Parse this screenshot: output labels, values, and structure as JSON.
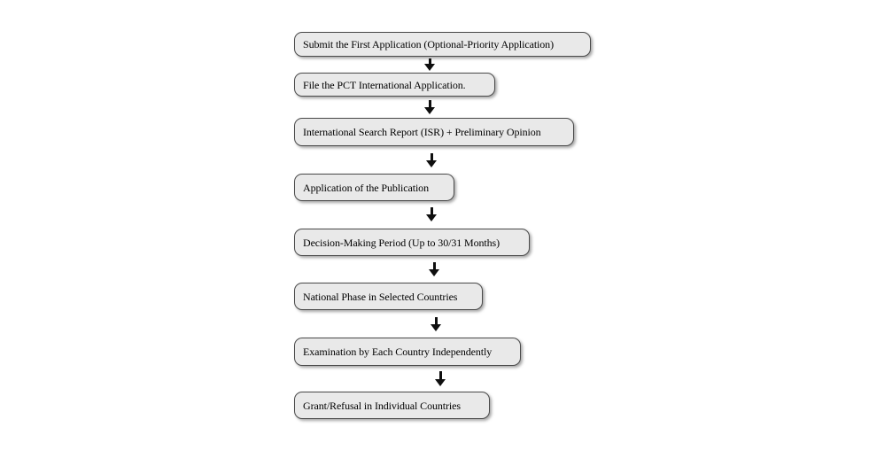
{
  "colors": {
    "background": "#ffffff",
    "box_fill": "#e9e9e9",
    "box_border": "#4a4a4a",
    "text": "#000000",
    "arrow": "#0f0f0f"
  },
  "diagram": {
    "type": "flowchart",
    "direction": "top-down",
    "steps": [
      {
        "label": "Submit the First Application (Optional-Priority Application)"
      },
      {
        "label": "File the PCT International Application."
      },
      {
        "label": "International Search Report (ISR) + Preliminary Opinion"
      },
      {
        "label": "Application of the Publication"
      },
      {
        "label": "Decision-Making Period (Up to 30/31 Months)"
      },
      {
        "label": "National Phase in Selected Countries"
      },
      {
        "label": "Examination by Each Country Independently"
      },
      {
        "label": "Grant/Refusal in Individual Countries"
      }
    ],
    "connections": [
      {
        "from": 0,
        "to": 1,
        "icon": "down-arrow-icon"
      },
      {
        "from": 1,
        "to": 2,
        "icon": "down-arrow-icon"
      },
      {
        "from": 2,
        "to": 3,
        "icon": "down-arrow-icon"
      },
      {
        "from": 3,
        "to": 4,
        "icon": "down-arrow-icon"
      },
      {
        "from": 4,
        "to": 5,
        "icon": "down-arrow-icon"
      },
      {
        "from": 5,
        "to": 6,
        "icon": "down-arrow-icon"
      },
      {
        "from": 6,
        "to": 7,
        "icon": "down-arrow-icon"
      }
    ]
  }
}
